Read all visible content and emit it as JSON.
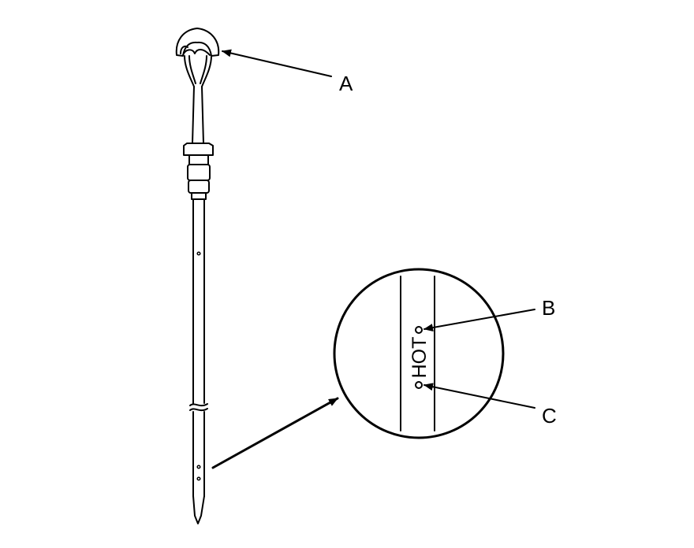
{
  "diagram": {
    "callouts": {
      "a": "A",
      "b": "B",
      "c": "C"
    },
    "dipstick_marking": "HOT",
    "colors": {
      "line": "#000000",
      "background": "#ffffff"
    }
  }
}
